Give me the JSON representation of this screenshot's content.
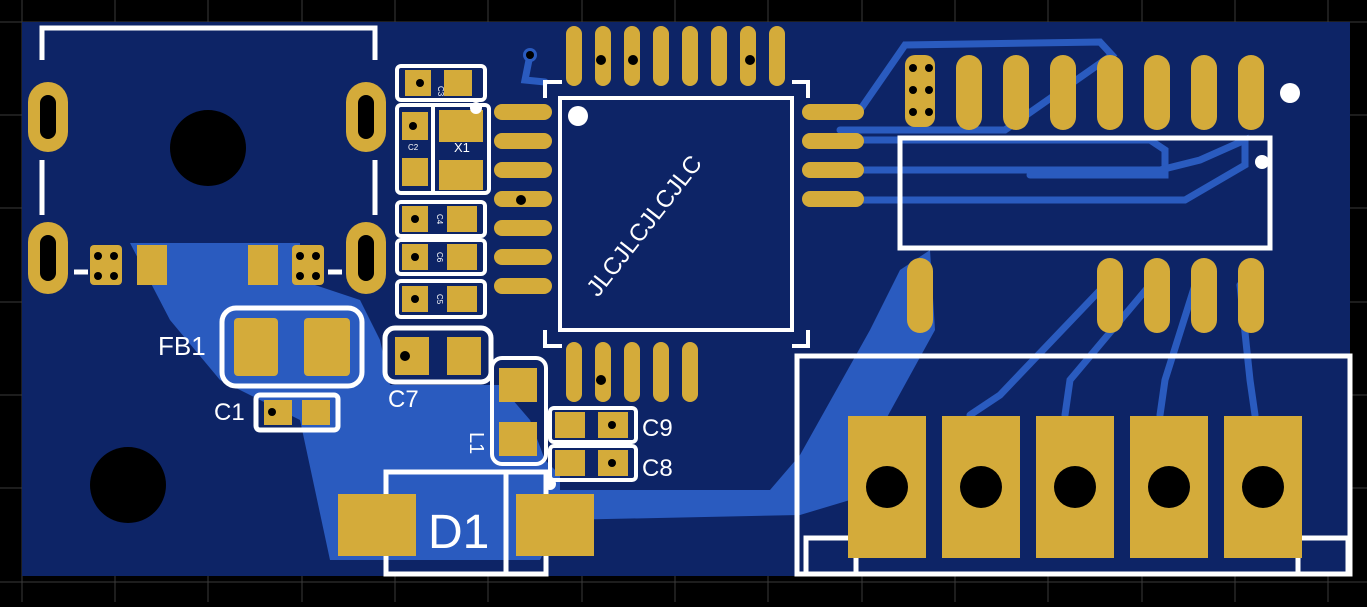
{
  "colors": {
    "background": "#000000",
    "grid": "#3a3a3a",
    "board": "#0d2466",
    "copper_pour": "#2a5bbf",
    "pad": "#d4ab3a",
    "silkscreen": "#ffffff",
    "drill": "#000000"
  },
  "labels": {
    "fb1": "FB1",
    "c1": "C1",
    "c7": "C7",
    "c9": "C9",
    "c8": "C8",
    "d1": "D1",
    "l1": "L1",
    "x1": "X1",
    "c2": "C2",
    "c3": "C3",
    "c4": "C4",
    "c5": "C5",
    "c6": "C6",
    "chip_marking": "JLCJLCJLCJLC"
  }
}
